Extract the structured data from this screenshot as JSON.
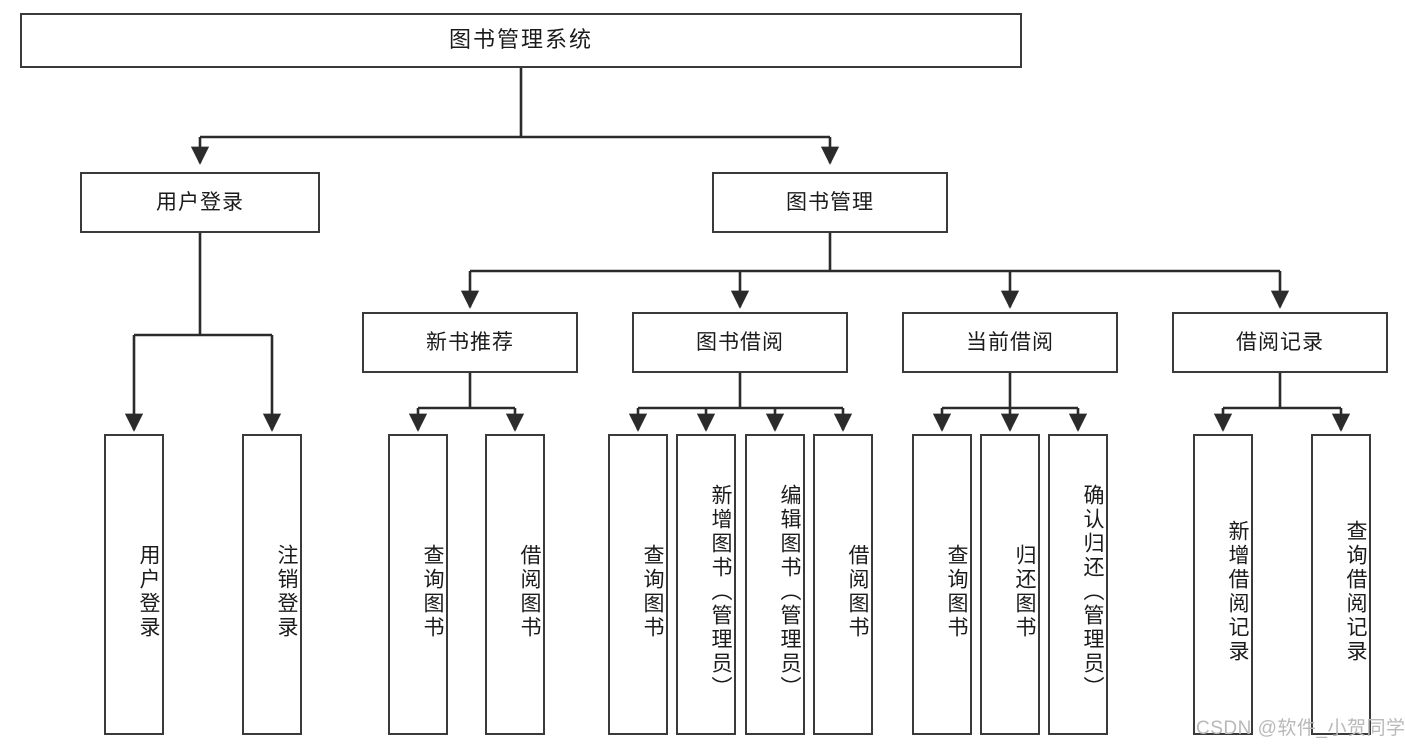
{
  "diagram": {
    "title": "图书管理系统",
    "type": "tree",
    "style": {
      "box_border": "#3a3a3a",
      "box_fill": "#ffffff",
      "line": "#2b2b2b",
      "text": "#1b1b1b",
      "background": "#ffffff"
    },
    "root": {
      "label": "图书管理系统"
    },
    "level1": [
      {
        "label": "用户登录"
      },
      {
        "label": "图书管理"
      }
    ],
    "level2": [
      {
        "label": "新书推荐"
      },
      {
        "label": "图书借阅"
      },
      {
        "label": "当前借阅"
      },
      {
        "label": "借阅记录"
      }
    ],
    "leaves": {
      "user_login": [
        {
          "label": "用户登录"
        },
        {
          "label": "注销登录"
        }
      ],
      "new_book_recommend": [
        {
          "label": "查询图书"
        },
        {
          "label": "借阅图书"
        }
      ],
      "book_borrow": [
        {
          "label": "查询图书"
        },
        {
          "label": "新增图书（管理员）"
        },
        {
          "label": "编辑图书（管理员）"
        },
        {
          "label": "借阅图书"
        }
      ],
      "current_borrow": [
        {
          "label": "查询图书"
        },
        {
          "label": "归还图书"
        },
        {
          "label": "确认归还（管理员）"
        }
      ],
      "borrow_record": [
        {
          "label": "新增借阅记录"
        },
        {
          "label": "查询借阅记录"
        }
      ]
    }
  },
  "watermark": {
    "text": "CSDN @软件_小贺同学"
  }
}
